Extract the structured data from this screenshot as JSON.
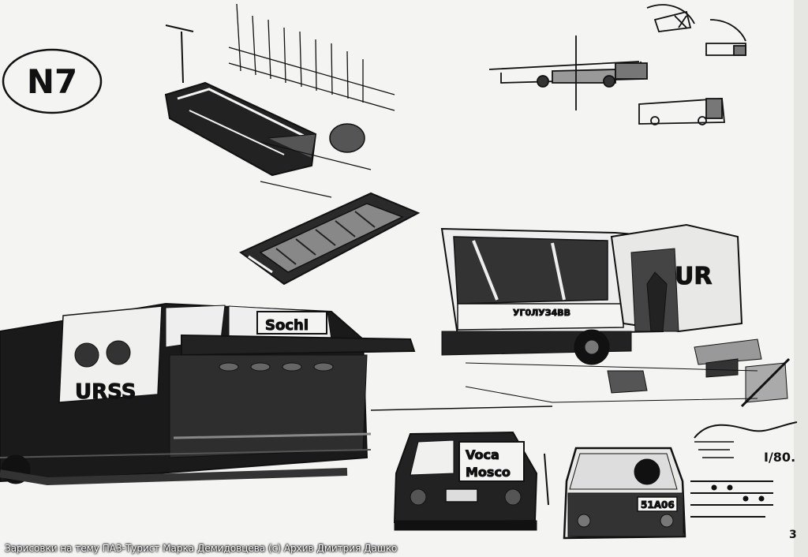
{
  "sheet": {
    "number_label": "N7",
    "signature": "I/80.",
    "page_mark": "3"
  },
  "labels": {
    "bus_right_plate": "UR",
    "bus_right_reg": "УГ0ЛУЗ4ВВ",
    "bus_left_side": "URSS",
    "bus_left_destination": "Sochi",
    "rear_van_left_line1": "Voca",
    "rear_van_left_line2": "Mosco",
    "rear_van_right_plate": "51А06"
  },
  "caption": {
    "text": "Зарисовки на тему ПАЗ-Турист Марка Демидовцева (с) Архив Дмитрия Дашко"
  },
  "colors": {
    "paper": "#f4f4f2",
    "ink": "#111111"
  }
}
